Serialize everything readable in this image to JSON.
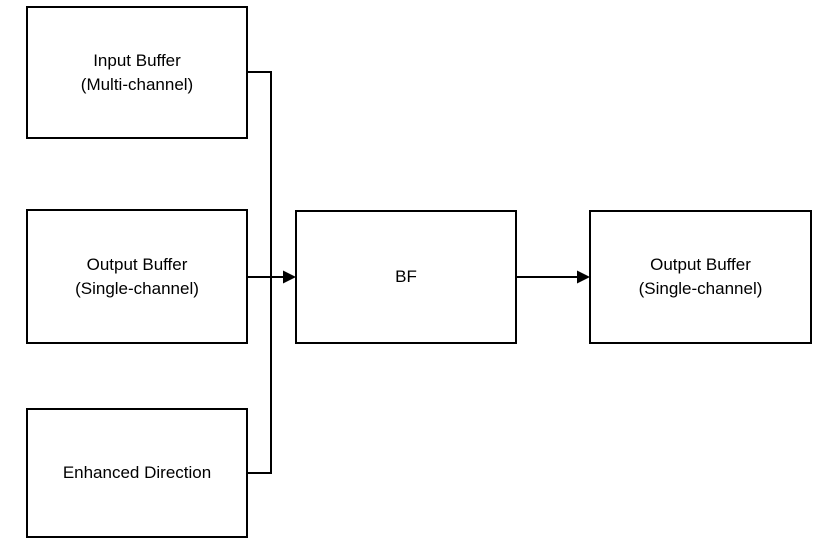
{
  "diagram": {
    "background_color": "#ffffff",
    "line_color": "#000000",
    "text_color": "#000000",
    "nodes": {
      "input_buffer": {
        "line1": "Input Buffer",
        "line2": "(Multi-channel)"
      },
      "output_buffer_mid": {
        "line1": "Output Buffer",
        "line2": "(Single-channel)"
      },
      "enhanced_direction": {
        "line1": "Enhanced Direction"
      },
      "bf": {
        "line1": "BF"
      },
      "output_buffer_right": {
        "line1": "Output Buffer",
        "line2": "(Single-channel)"
      }
    },
    "edges": [
      {
        "from": "input_buffer",
        "to": "bf",
        "arrow": false
      },
      {
        "from": "output_buffer_mid",
        "to": "bf",
        "arrow": true
      },
      {
        "from": "enhanced_direction",
        "to": "bf",
        "arrow": false
      },
      {
        "from": "bf",
        "to": "output_buffer_right",
        "arrow": true
      }
    ]
  }
}
